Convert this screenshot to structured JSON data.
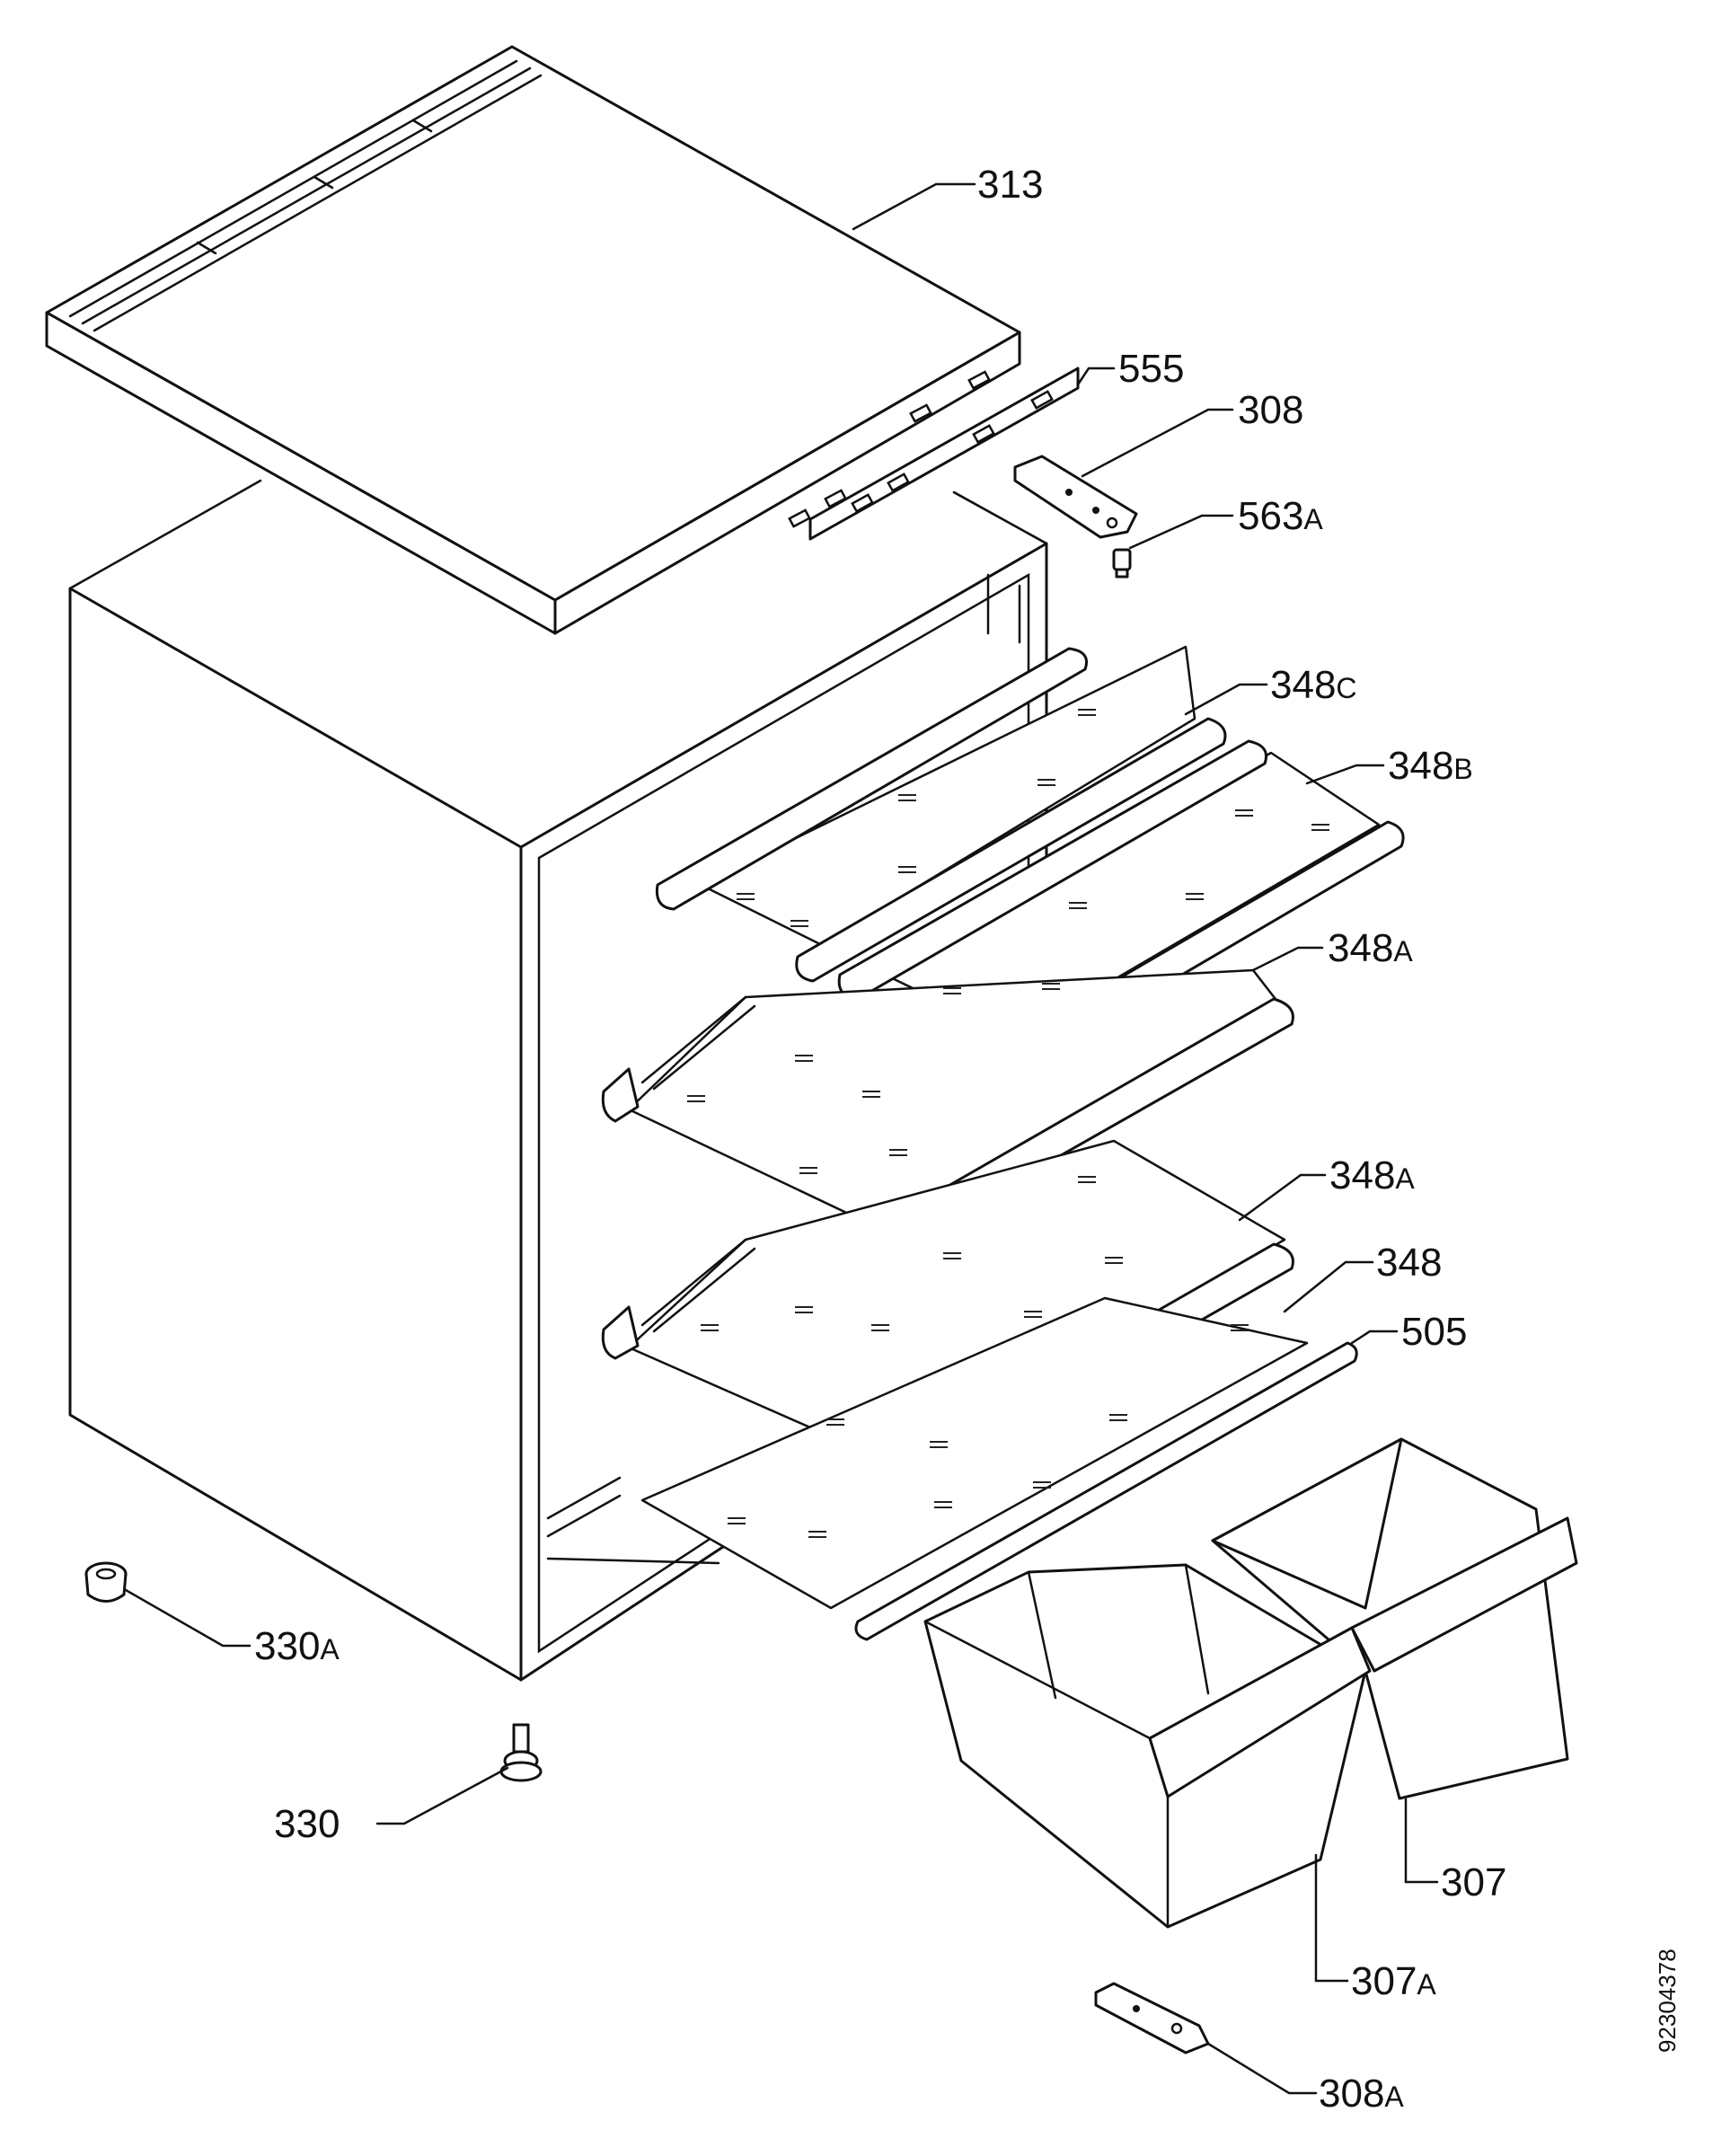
{
  "diagram": {
    "parts": [
      {
        "id": "p313",
        "number": "313",
        "suffix": ""
      },
      {
        "id": "p555",
        "number": "555",
        "suffix": ""
      },
      {
        "id": "p308",
        "number": "308",
        "suffix": ""
      },
      {
        "id": "p563a",
        "number": "563",
        "suffix": "A"
      },
      {
        "id": "p348c",
        "number": "348",
        "suffix": "C"
      },
      {
        "id": "p348b",
        "number": "348",
        "suffix": "B"
      },
      {
        "id": "p348a1",
        "number": "348",
        "suffix": "A"
      },
      {
        "id": "p348a2",
        "number": "348",
        "suffix": "A"
      },
      {
        "id": "p348",
        "number": "348",
        "suffix": ""
      },
      {
        "id": "p505",
        "number": "505",
        "suffix": ""
      },
      {
        "id": "p330a",
        "number": "330",
        "suffix": "A"
      },
      {
        "id": "p330",
        "number": "330",
        "suffix": ""
      },
      {
        "id": "p307",
        "number": "307",
        "suffix": ""
      },
      {
        "id": "p307a",
        "number": "307",
        "suffix": "A"
      },
      {
        "id": "p308a",
        "number": "308",
        "suffix": "A"
      }
    ],
    "drawing_code": "92304378"
  }
}
